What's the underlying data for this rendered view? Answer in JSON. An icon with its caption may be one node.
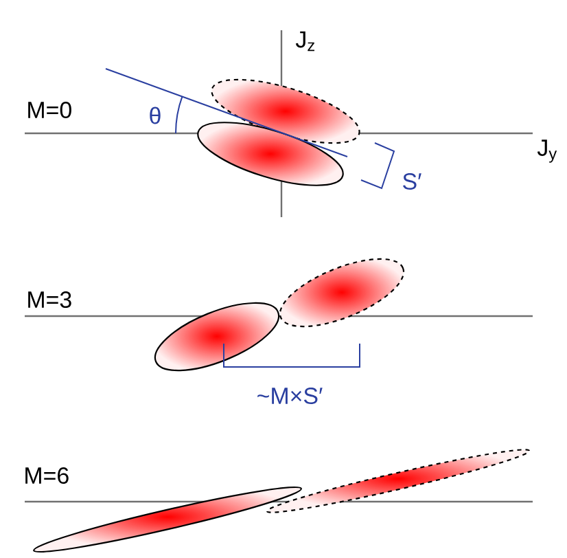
{
  "diagram": {
    "nodes": [
      {
        "text": [],
        "shape": "ellipse"
      },
      {
        "text": [],
        "shape": "ellipse"
      },
      {
        "text": [],
        "shape": "ellipse"
      },
      {
        "text": [],
        "shape": "ellipse"
      },
      {
        "text": [],
        "shape": "ellipse"
      },
      {
        "text": [],
        "shape": "ellipse"
      }
    ],
    "labels": [
      "J$_{z}$",
      "M=0",
      "θ",
      "J$_{y}$",
      "S′",
      "M=3",
      "~M×S′",
      "M=6"
    ]
  }
}
